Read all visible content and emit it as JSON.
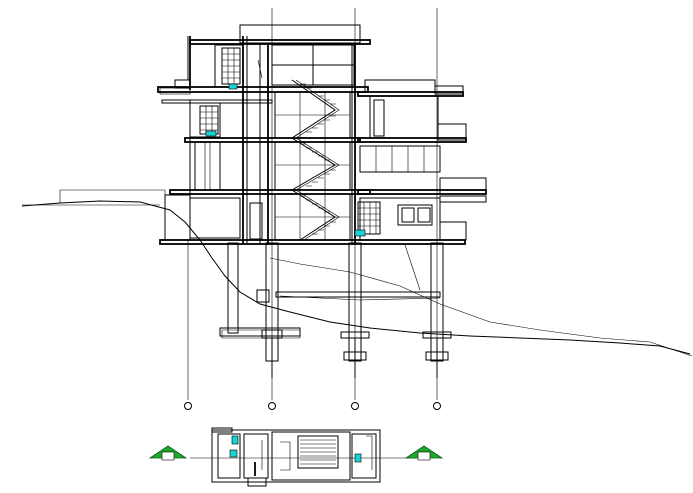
{
  "drawing": {
    "axis_markers": [
      {
        "id": "1",
        "label": ""
      },
      {
        "id": "2",
        "label": ""
      },
      {
        "id": "3",
        "label": ""
      },
      {
        "id": "4",
        "label": ""
      }
    ],
    "plan_markers": [
      {
        "id": "left",
        "label": ""
      },
      {
        "id": "right",
        "label": ""
      }
    ],
    "colors": {
      "ink": "#000000",
      "highlight_cyan": "#19d4d4",
      "marker_green": "#1faa2c",
      "background": "#ffffff"
    }
  }
}
